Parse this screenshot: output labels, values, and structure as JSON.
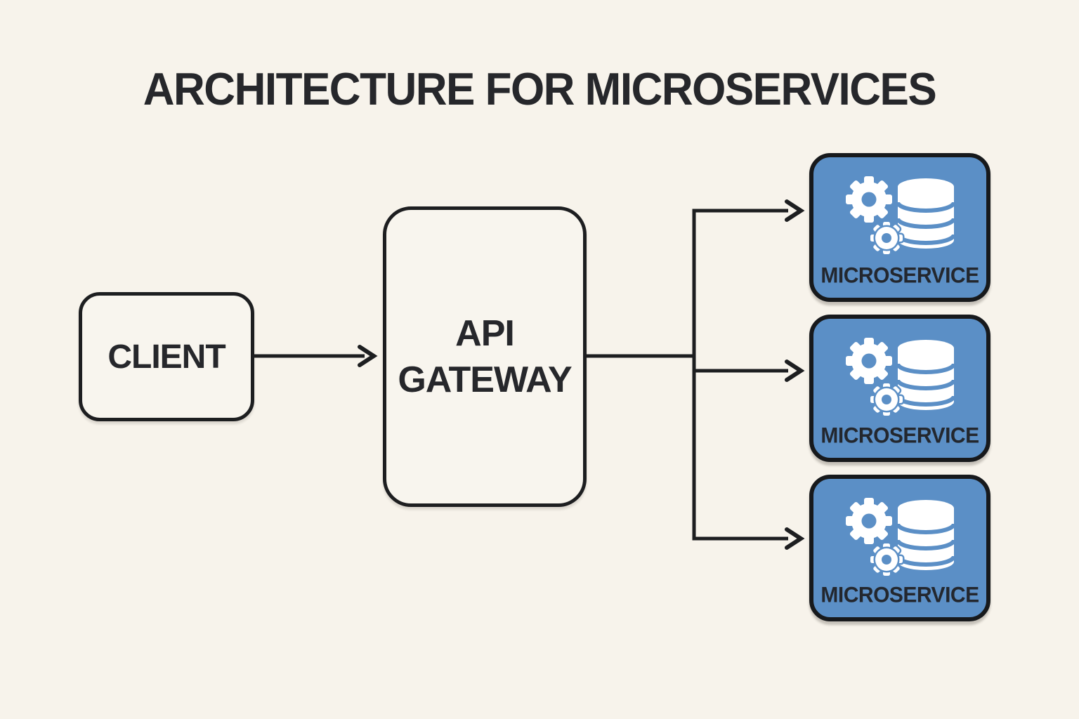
{
  "title": "ARCHITECTURE FOR MICROSERVICES",
  "diagram": {
    "client": {
      "label": "CLIENT"
    },
    "gateway": {
      "lines": [
        "API",
        "GATEWAY"
      ]
    },
    "services": [
      {
        "label": "MICROSERVICE",
        "icons": [
          "gear-large-icon",
          "gear-small-icon",
          "database-icon"
        ]
      },
      {
        "label": "MICROSERVICE",
        "icons": [
          "gear-large-icon",
          "gear-small-icon",
          "database-icon"
        ]
      },
      {
        "label": "MICROSERVICE",
        "icons": [
          "gear-large-icon",
          "gear-small-icon",
          "database-icon"
        ]
      }
    ],
    "connections": [
      {
        "from": "client",
        "to": "api-gateway"
      },
      {
        "from": "api-gateway",
        "to": "microservice-1"
      },
      {
        "from": "api-gateway",
        "to": "microservice-2"
      },
      {
        "from": "api-gateway",
        "to": "microservice-3"
      }
    ]
  },
  "colors": {
    "background": "#f7f3eb",
    "line": "#1d1e20",
    "node_fill": "#f8f5ee",
    "service_fill": "#5b8fc6",
    "service_border": "#17191c",
    "icon": "#ffffff",
    "title_text": "#26272b",
    "service_label": "#23272e"
  }
}
